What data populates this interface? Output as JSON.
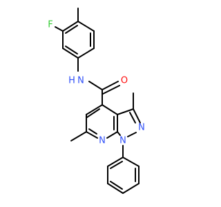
{
  "atoms": {
    "fluorine": {
      "symbol": "F",
      "color": "#33cc33"
    },
    "amide_nitrogen": {
      "symbol": "N",
      "color": "#3050f8"
    },
    "amide_hydrogen": {
      "symbol": "H",
      "color": "#3050f8"
    },
    "carbonyl_oxygen": {
      "symbol": "O",
      "color": "#ff0d0d"
    },
    "pyrazole_n2": {
      "symbol": "N",
      "color": "#3050f8"
    },
    "pyrazole_n1": {
      "symbol": "N",
      "color": "#3050f8"
    },
    "pyridine_n": {
      "symbol": "N",
      "color": "#3050f8"
    }
  },
  "bond_color": "#000000"
}
